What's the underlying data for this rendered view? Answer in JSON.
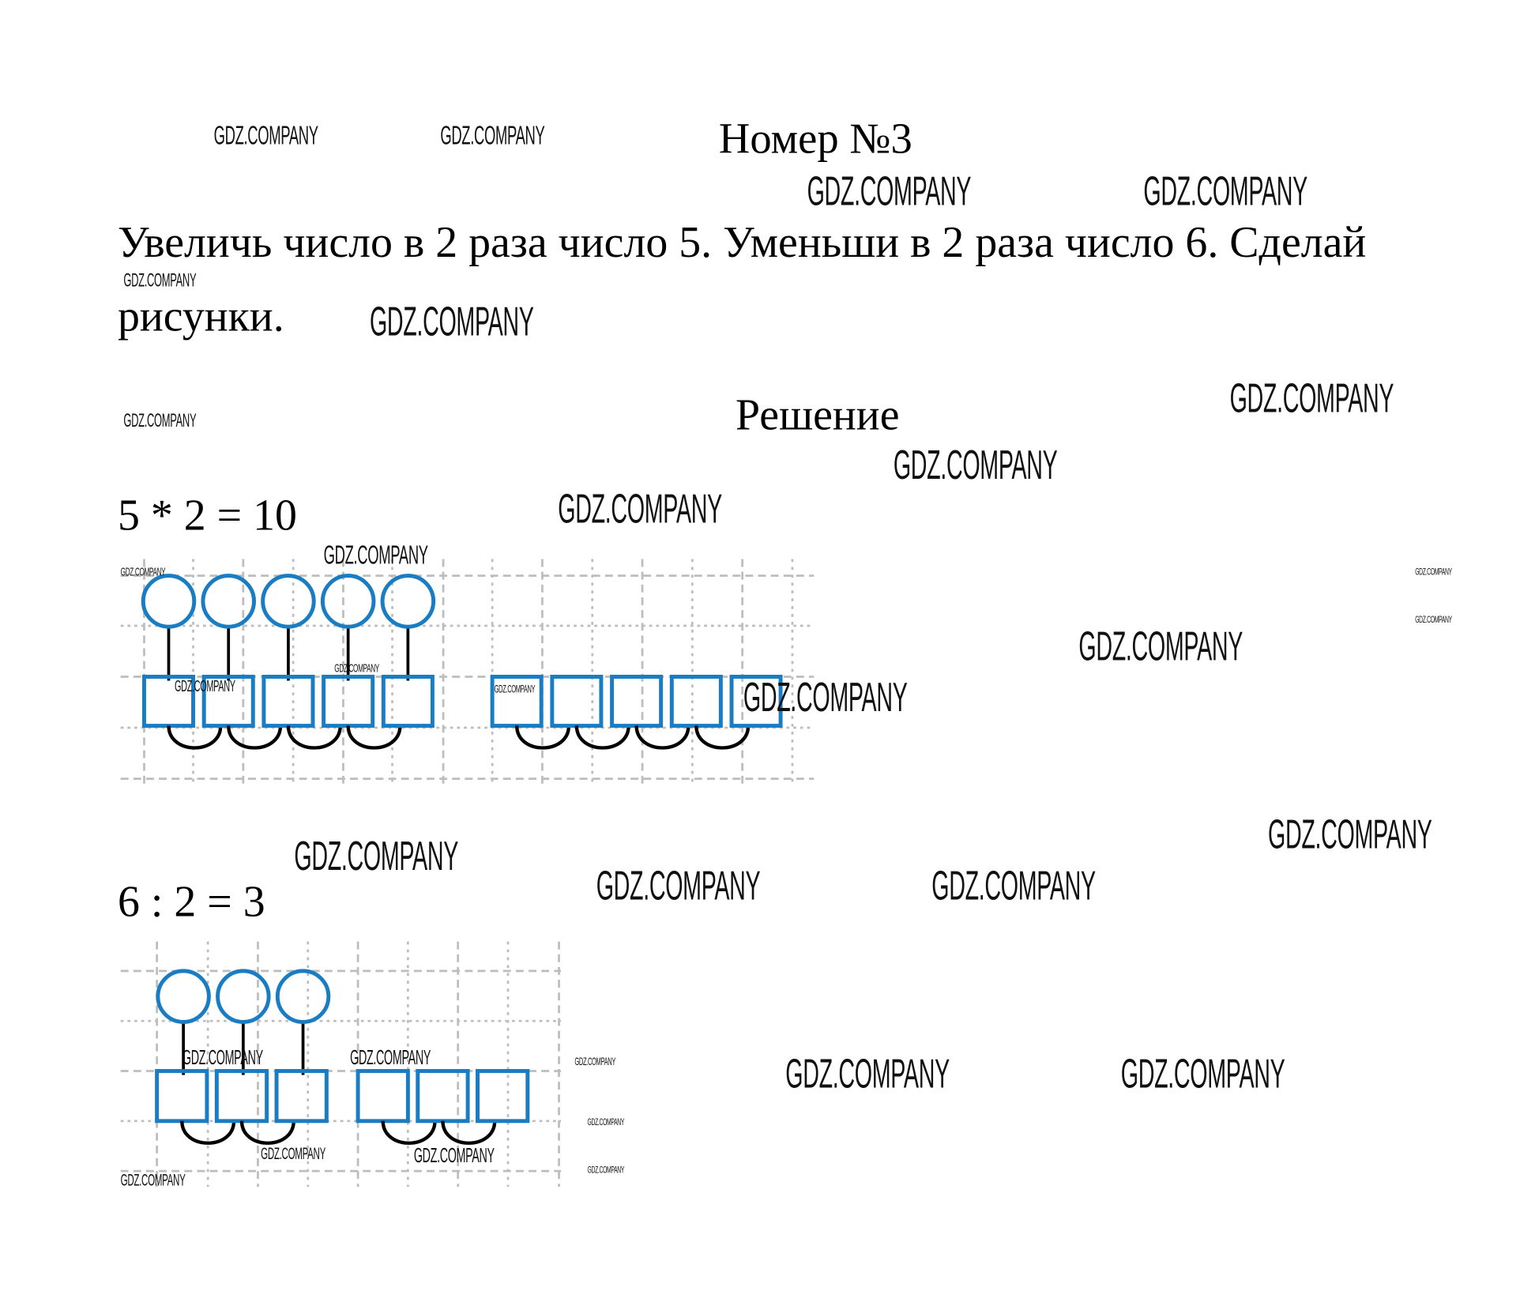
{
  "title": "Номер №3",
  "task": {
    "line1": "Увеличь число в 2 раза число 5. Уменьши в 2 раза число 6. Сделай",
    "line2": "рисунки."
  },
  "solution_heading": "Решение",
  "equations": [
    {
      "text": "5 * 2 = 10",
      "circles": 5,
      "square_groups": 2,
      "squares_per_group": 5
    },
    {
      "text": "6 : 2 = 3",
      "circles": 3,
      "square_groups": 2,
      "squares_per_group": 3
    }
  ],
  "colors": {
    "shape_stroke": "#1a7dc4",
    "grid": "#bdbdbd",
    "connector": "#000000"
  },
  "watermark_text": "GDZ.COMPANY",
  "watermarks": [
    "GDZ.COMPANY",
    "GDZ.COMPANY",
    "GDZ.COMPANY",
    "GDZ.COMPANY",
    "GDZ.COMPANY",
    "GDZ.COMPANY",
    "GDZ.COMPANY",
    "GDZ.COMPANY",
    "GDZ.COMPANY",
    "GDZ.COMPANY",
    "GDZ.COMPANY",
    "GDZ.COMPANY",
    "GDZ.COMPANY",
    "GDZ.COMPANY",
    "GDZ.COMPANY",
    "GDZ.COMPANY",
    "GDZ.COMPANY",
    "GDZ.COMPANY",
    "GDZ.COMPANY",
    "GDZ.COMPANY",
    "GDZ.COMPANY",
    "GDZ.COMPANY",
    "GDZ.COMPANY",
    "GDZ.COMPANY",
    "GDZ.COMPANY",
    "GDZ.COMPANY",
    "GDZ.COMPANY",
    "GDZ.COMPANY",
    "GDZ.COMPANY",
    "GDZ.COMPANY",
    "GDZ.COMPANY",
    "GDZ.COMPANY",
    "GDZ.COMPANY"
  ]
}
